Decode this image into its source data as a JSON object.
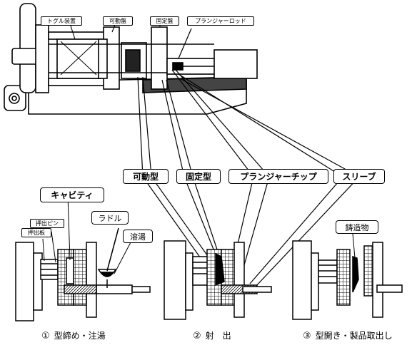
{
  "top_labels": {
    "toggle": "トグル装置",
    "moving_platen": "可動盤",
    "fixed_platen": "固定盤",
    "plunger_rod": "プランジャーロッド"
  },
  "mid_labels": {
    "moving_die": "可動型",
    "fixed_die": "固定型",
    "plunger_tip": "プランジャーチップ",
    "sleeve": "スリーブ"
  },
  "step1_labels": {
    "cavity": "キャビティ",
    "ejector_pin": "押出ピン",
    "ejector_plate": "押出板",
    "ladle": "ラドル",
    "molten_metal": "溶湯"
  },
  "step3_labels": {
    "casting": "鋳造物"
  },
  "captions": [
    {
      "num": "①",
      "text": "型締め・注湯"
    },
    {
      "num": "②",
      "text": "射　出"
    },
    {
      "num": "③",
      "text": "型開き・製品取出し"
    }
  ]
}
